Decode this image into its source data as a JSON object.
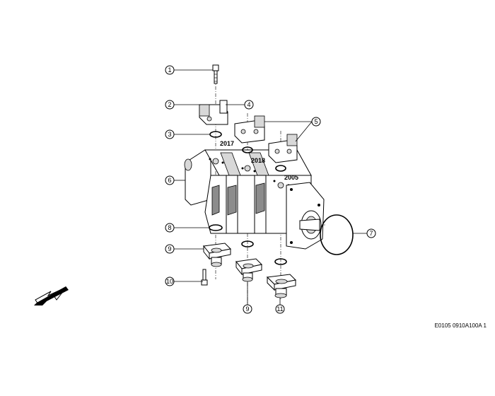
{
  "callouts": [
    {
      "id": "c1",
      "label": "1"
    },
    {
      "id": "c2",
      "label": "2"
    },
    {
      "id": "c3",
      "label": "3"
    },
    {
      "id": "c4",
      "label": "4"
    },
    {
      "id": "c5",
      "label": "5"
    },
    {
      "id": "c6",
      "label": "6"
    },
    {
      "id": "c7",
      "label": "7"
    },
    {
      "id": "c8",
      "label": "8"
    },
    {
      "id": "c9a",
      "label": "9"
    },
    {
      "id": "c9b",
      "label": "9"
    },
    {
      "id": "c10",
      "label": "10"
    },
    {
      "id": "c11",
      "label": "11"
    }
  ],
  "references": {
    "r2017": "2017",
    "r2018": "2018",
    "r2005": "2005"
  },
  "drawing_id": "E0105 0910A100A 1"
}
